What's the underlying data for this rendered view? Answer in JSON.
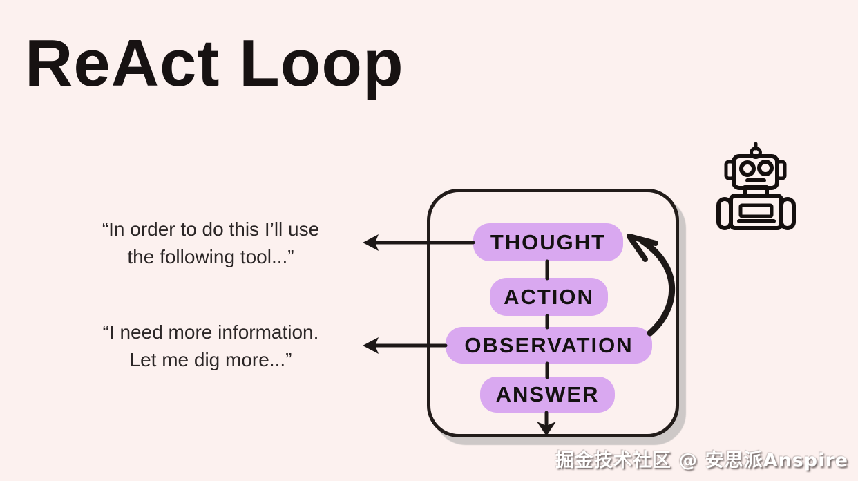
{
  "title": "ReAct Loop",
  "diagram": {
    "steps": [
      {
        "label": "THOUGHT"
      },
      {
        "label": "ACTION"
      },
      {
        "label": "OBSERVATION"
      },
      {
        "label": "ANSWER"
      }
    ],
    "quotes": {
      "thought": {
        "line1": "“In order to do this I’ll use",
        "line2": "the following tool...”"
      },
      "observation": {
        "line1": "“I need more information.",
        "line2": "Let me dig more...”"
      }
    }
  },
  "icons": {
    "robot": "robot-icon"
  },
  "colors": {
    "background": "#fcf1ef",
    "pill": "#d9a8f0",
    "ink": "#221c1a",
    "box_shadow": "#cdc8c7"
  },
  "watermark": "掘金技术社区 @ 安思派Anspire"
}
